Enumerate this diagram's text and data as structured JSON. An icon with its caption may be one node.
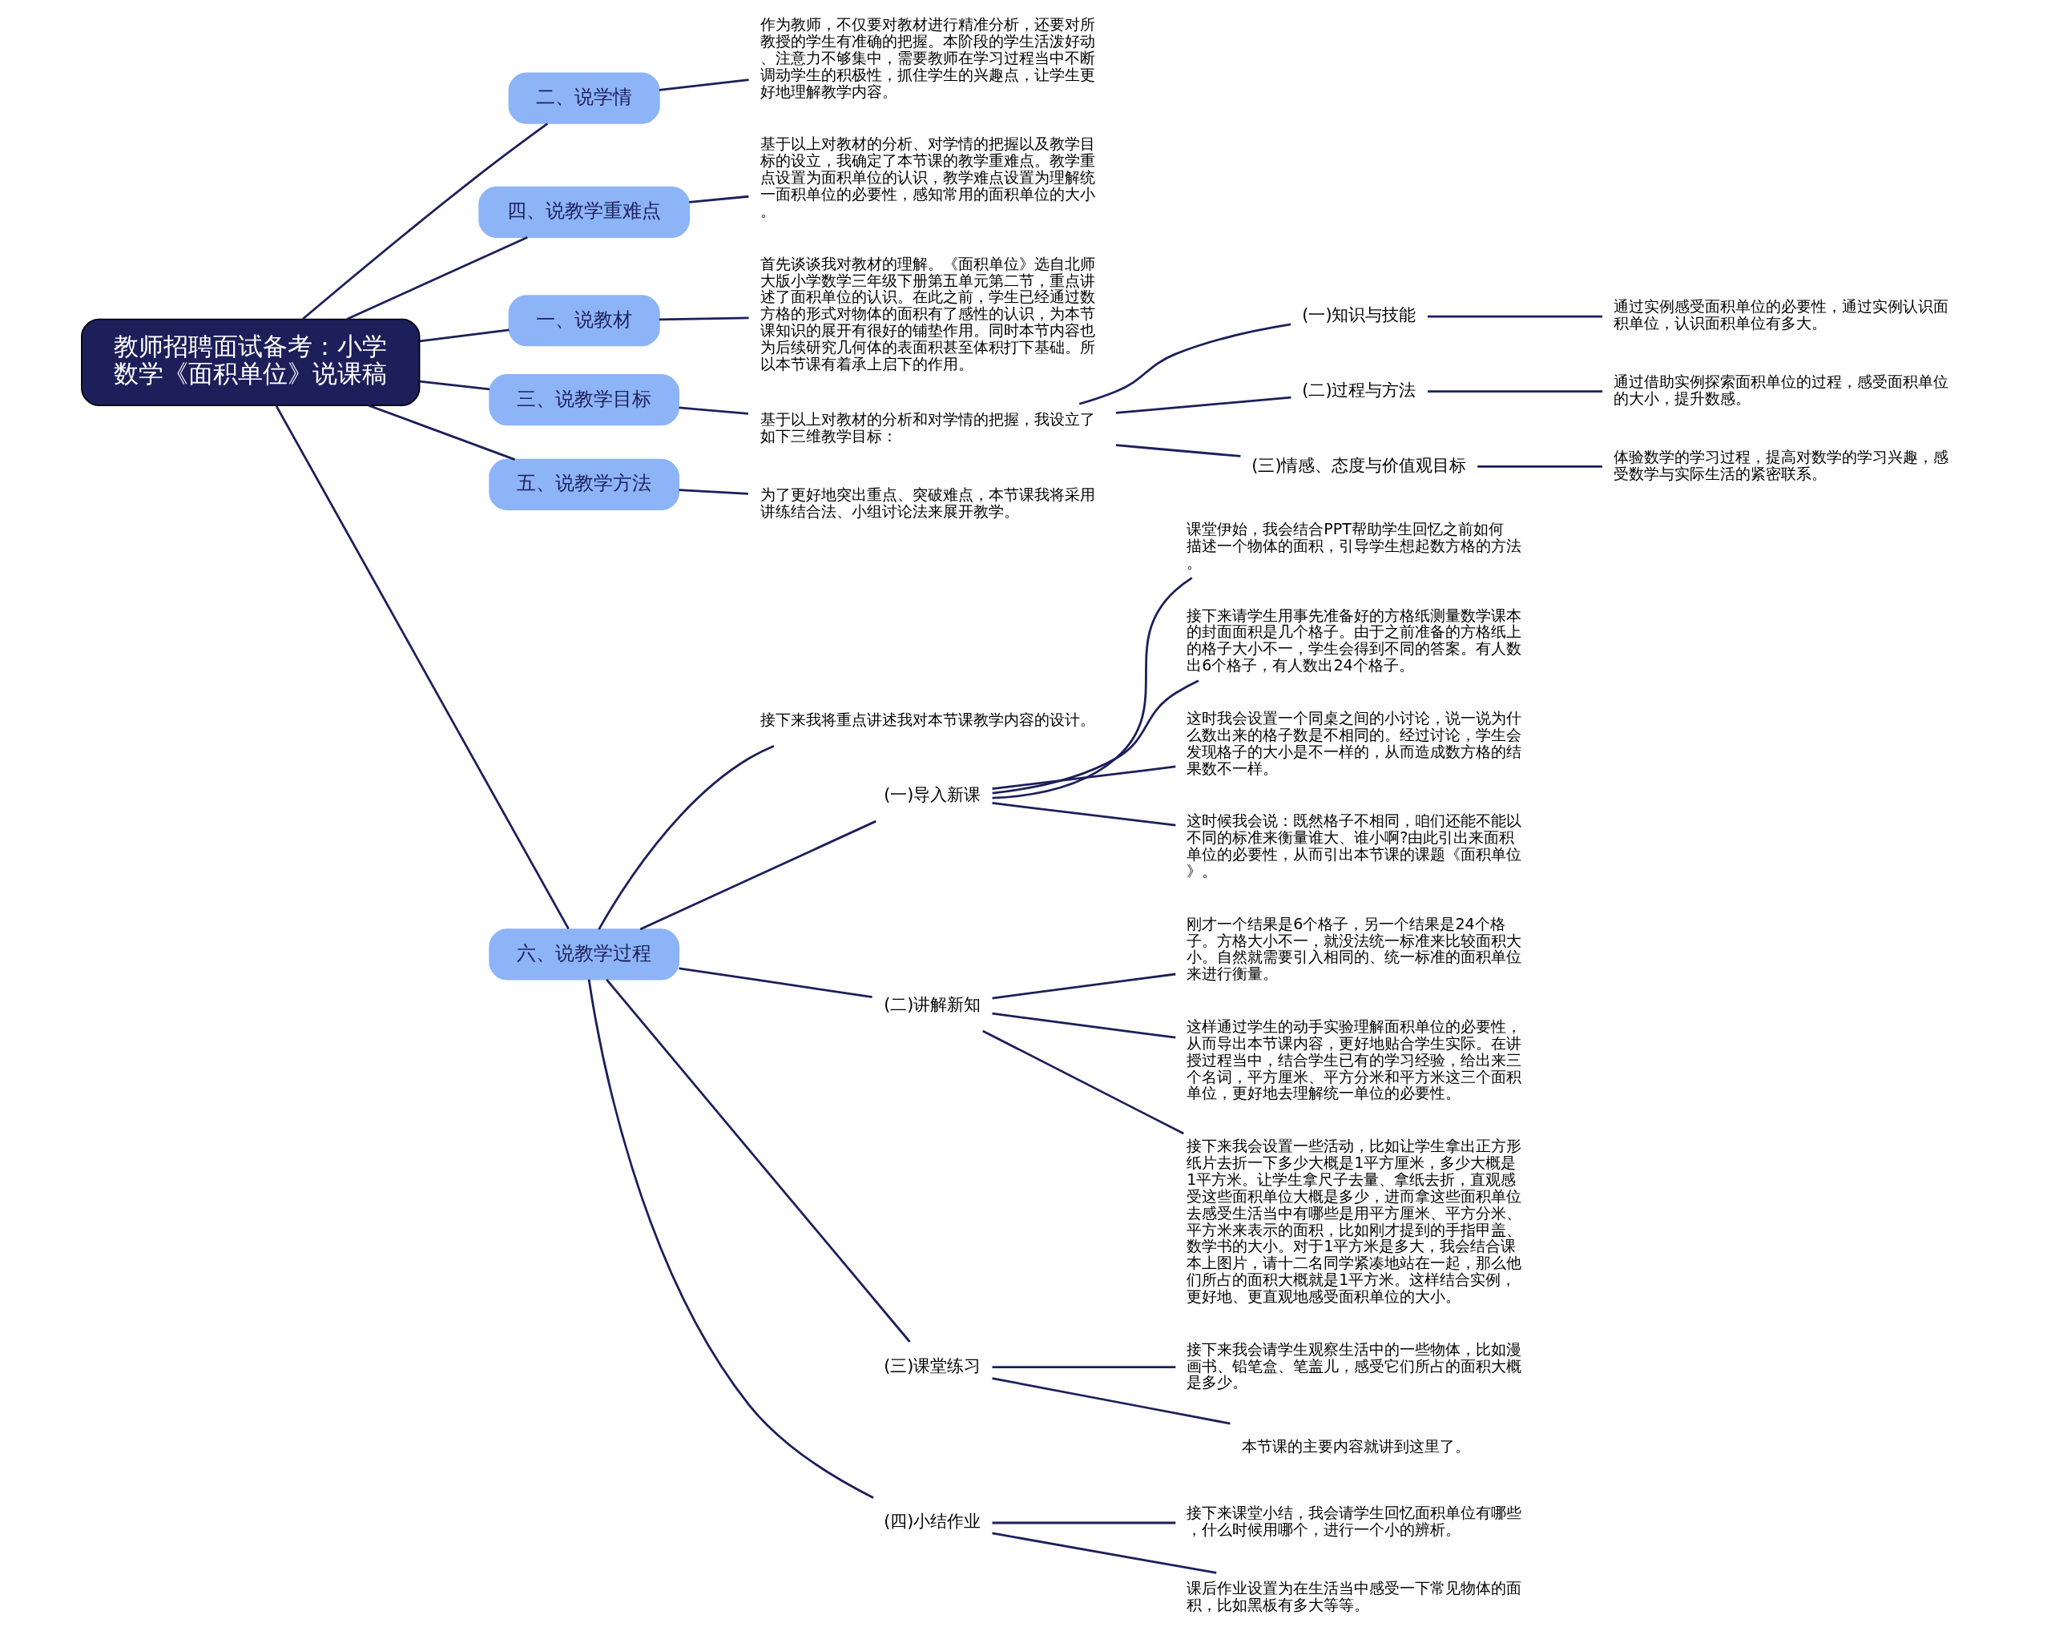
{
  "diagram": {
    "nodes": [
      {
        "text": [
          "教师招聘面试备考：小学数学《面积单位》说课稿"
        ]
      },
      {
        "text": [
          "二、说学情"
        ]
      },
      {
        "text": [
          "作为教师，不仅要对教材进行精准分析，还要对所教授的学生有准确的把握。本阶段的学生活泼好动、注意力不够集中，需要教师在学习过程当中不断调动学生的积极性，抓住学生的兴趣点，让学生更好地理解教学内容。"
        ]
      },
      {
        "text": [
          "四、说教学重难点"
        ]
      },
      {
        "text": [
          "基于以上对教材的分析、对学情的把握以及教学目标的设立，我确定了本节课的教学重难点。教学重点设置为面积单位的认识，教学难点设置为理解统一面积单位的必要性，感知常用的面积单位的大小。"
        ]
      },
      {
        "text": [
          "一、说教材"
        ]
      },
      {
        "text": [
          "首先谈谈我对教材的理解。《面积单位》选自北师大版小学数学三年级下册第五单元第二节，重点讲述了面积单位的认识。在此之前，学生已经通过数方格的形式对物体的面积有了感性的认识，为本节课知识的展开有很好的铺垫作用。同时本节内容也为后续研究几何体的表面积甚至体积打下基础。所以本节课有着承上启下的作用。"
        ]
      },
      {
        "text": [
          "三、说教学目标"
        ]
      },
      {
        "text": [
          "基于以上对教材的分析和对学情的把握，我设立了如下三维教学目标："
        ]
      },
      {
        "text": [
          "(一)知识与技能"
        ]
      },
      {
        "text": [
          "通过实例感受面积单位的必要性，通过实例认识面积单位，认识面积单位有多大。"
        ]
      },
      {
        "text": [
          "(二)过程与方法"
        ]
      },
      {
        "text": [
          "通过借助实例探索面积单位的过程，感受面积单位的大小，提升数感。"
        ]
      },
      {
        "text": [
          "(三)情感、态度与价值观目标"
        ]
      },
      {
        "text": [
          "体验数学的学习过程，提高对数学的学习兴趣，感受数学与实际生活的紧密联系。"
        ]
      },
      {
        "text": [
          "五、说教学方法"
        ]
      },
      {
        "text": [
          "为了更好地突出重点、突破难点，本节课我将采用讲练结合法、小组讨论法来展开教学。"
        ]
      },
      {
        "text": [
          "六、说教学过程"
        ]
      },
      {
        "text": [
          "接下来我将重点讲述我对本节课教学内容的设计。"
        ]
      },
      {
        "text": [
          "(一)导入新课"
        ]
      },
      {
        "text": [
          "课堂伊始，我会结合PPT帮助学生回忆之前如何描述一个物体的面积，引导学生想起数方格的方法。"
        ]
      },
      {
        "text": [
          "接下来请学生用事先准备好的方格纸测量数学课本的封面面积是几个格子。由于之前准备的方格纸上的格子大小不一，学生会得到不同的答案。有人数出6个格子，有人数出24个格子。"
        ]
      },
      {
        "text": [
          "这时我会设置一个同桌之间的小讨论，说一说为什么数出来的格子数是不相同的。经过讨论，学生会发现格子的大小是不一样的，从而造成数方格的结果数不一样。"
        ]
      },
      {
        "text": [
          "这时候我会说：既然格子不相同，咱们还能不能以不同的标准来衡量谁大、谁小啊?由此引出来面积单位的必要性，从而引出本节课的课题《面积单位》。"
        ]
      },
      {
        "text": [
          "(二)讲解新知"
        ]
      },
      {
        "text": [
          "刚才一个结果是6个格子，另一个结果是24个格子。方格大小不一，就没法统一标准来比较面积大小。自然就需要引入相同的、统一标准的面积单位来进行衡量。"
        ]
      },
      {
        "text": [
          "这样通过学生的动手实验理解面积单位的必要性，从而导出本节课内容，更好地贴合学生实际。在讲授过程当中，结合学生已有的学习经验，给出来三个名词，平方厘米、平方分米和平方米这三个面积单位，更好地去理解统一单位的必要性。"
        ]
      },
      {
        "text": [
          "接下来我会设置一些活动，比如让学生拿出正方形纸片去折一下多少大概是1平方厘米，多少大概是1平方米。让学生拿尺子去量、拿纸去折，直观感受这些面积单位大概是多少，进而拿这些面积单位去感受生活当中有哪些是用平方厘米、平方分米、平方米来表示的面积，比如刚才提到的手指甲盖、数学书的大小。对于1平方米是多大，我会结合课本上图片，请十二名同学紧凑地站在一起，那么他们所占的面积大概就是1平方米。这样结合实例，更好地、更直观地感受面积单位的大小。"
        ]
      },
      {
        "text": [
          "(三)课堂练习"
        ]
      },
      {
        "text": [
          "接下来我会请学生观察生活中的一些物体，比如漫画书、铅笔盒、笔盖儿，感受它们所占的面积大概是多少。"
        ]
      },
      {
        "text": [
          "本节课的主要内容就讲到这里了。"
        ]
      },
      {
        "text": [
          "(四)小结作业"
        ]
      },
      {
        "text": [
          "接下来课堂小结，我会请学生回忆面积单位有哪些，什么时候用哪个，进行一个小的辨析。"
        ]
      },
      {
        "text": [
          "课后作业设置为在生活当中感受一下常见物体的面积，比如黑板有多大等等。"
        ]
      }
    ],
    "edges": [
      {
        "from": 0,
        "to": 1,
        "arrow": "none"
      },
      {
        "from": 1,
        "to": 2,
        "arrow": "none"
      },
      {
        "from": 0,
        "to": 3,
        "arrow": "none"
      },
      {
        "from": 3,
        "to": 4,
        "arrow": "none"
      },
      {
        "from": 0,
        "to": 5,
        "arrow": "none"
      },
      {
        "from": 5,
        "to": 6,
        "arrow": "none"
      },
      {
        "from": 0,
        "to": 7,
        "arrow": "none"
      },
      {
        "from": 7,
        "to": 8,
        "arrow": "none"
      },
      {
        "from": 8,
        "to": 9,
        "arrow": "none"
      },
      {
        "from": 9,
        "to": 10,
        "arrow": "none"
      },
      {
        "from": 8,
        "to": 11,
        "arrow": "none"
      },
      {
        "from": 11,
        "to": 12,
        "arrow": "none"
      },
      {
        "from": 8,
        "to": 13,
        "arrow": "none"
      },
      {
        "from": 13,
        "to": 14,
        "arrow": "none"
      },
      {
        "from": 0,
        "to": 15,
        "arrow": "none"
      },
      {
        "from": 15,
        "to": 16,
        "arrow": "none"
      },
      {
        "from": 0,
        "to": 17,
        "arrow": "none"
      },
      {
        "from": 17,
        "to": 18,
        "arrow": "none"
      },
      {
        "from": 17,
        "to": 19,
        "arrow": "none"
      },
      {
        "from": 19,
        "to": 20,
        "arrow": "none"
      },
      {
        "from": 19,
        "to": 21,
        "arrow": "none"
      },
      {
        "from": 19,
        "to": 22,
        "arrow": "none"
      },
      {
        "from": 19,
        "to": 23,
        "arrow": "none"
      },
      {
        "from": 17,
        "to": 24,
        "arrow": "none"
      },
      {
        "from": 24,
        "to": 25,
        "arrow": "none"
      },
      {
        "from": 24,
        "to": 26,
        "arrow": "none"
      },
      {
        "from": 24,
        "to": 27,
        "arrow": "none"
      },
      {
        "from": 17,
        "to": 28,
        "arrow": "none"
      },
      {
        "from": 28,
        "to": 29,
        "arrow": "none"
      },
      {
        "from": 28,
        "to": 30,
        "arrow": "none"
      },
      {
        "from": 17,
        "to": 31,
        "arrow": "none"
      },
      {
        "from": 31,
        "to": 32,
        "arrow": "none"
      },
      {
        "from": 31,
        "to": 33,
        "arrow": "none"
      }
    ]
  }
}
